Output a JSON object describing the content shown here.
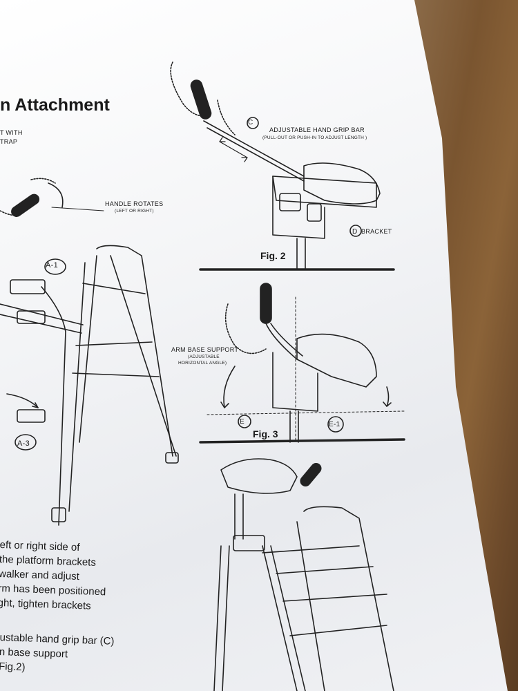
{
  "title": "n Attachment",
  "left_note": [
    "T WITH",
    "TRAP"
  ],
  "handle_rotates": {
    "label": "HANDLE ROTATES",
    "sub": "(LEFT OR RIGHT)"
  },
  "fig2": {
    "label": "Fig. 2",
    "marker_c": "C",
    "grip_bar": "ADJUSTABLE HAND GRIP BAR",
    "grip_bar_sub": "(PULL-OUT OR PUSH-IN TO ADJUST LENGTH )",
    "marker_d": "D",
    "bracket": "BRACKET"
  },
  "fig3": {
    "label": "Fig. 3",
    "arm_base": "ARM BASE SUPPORT",
    "arm_base_sub1": "(ADJUSTABLE",
    "arm_base_sub2": "HORIZONTAL ANGLE)",
    "marker_e": "E",
    "marker_e1": "E-1"
  },
  "markers": {
    "a1": "A-1",
    "a3": "A-3"
  },
  "instructions_1": [
    "eft or right side of",
    "the platform brackets",
    "walker and adjust",
    "rm has been positioned",
    "ght, tighten brackets"
  ],
  "instructions_2": [
    "ustable hand grip bar (C)",
    "n base support",
    "Fig.2)"
  ]
}
